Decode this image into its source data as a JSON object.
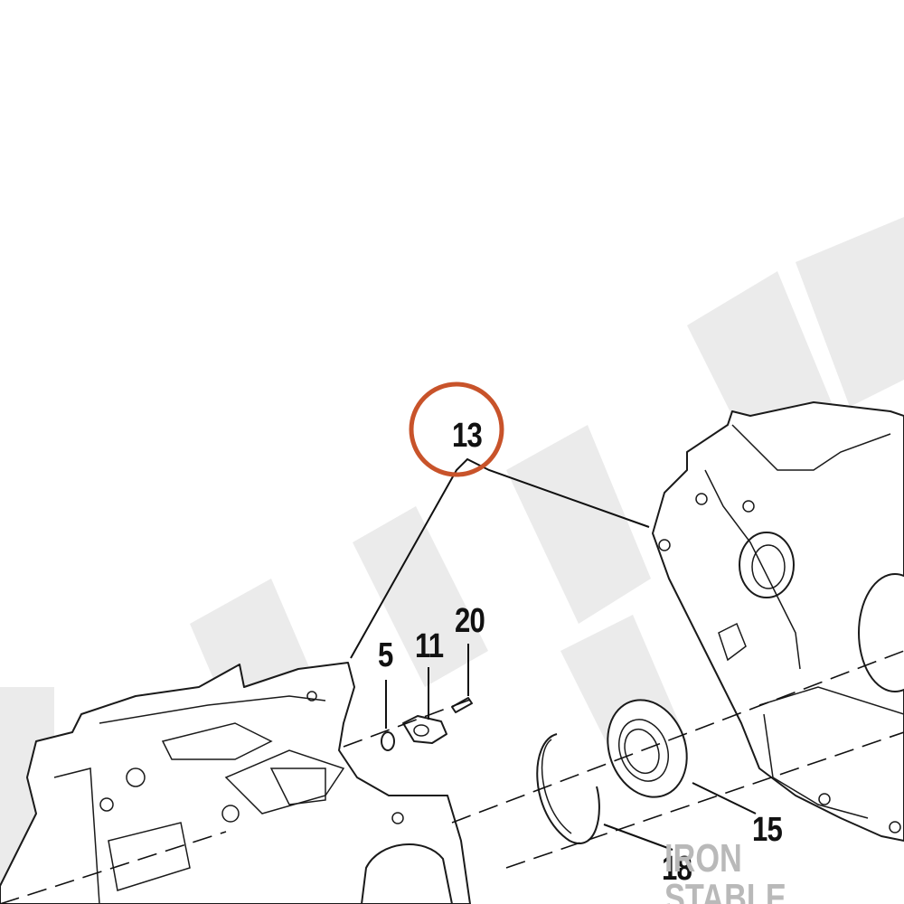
{
  "callouts": {
    "c13": "13",
    "c5": "5",
    "c11": "11",
    "c20": "20",
    "c15": "15",
    "c18": "18"
  },
  "highlight": {
    "ring_color": "#c8532a",
    "highlighted_callout": "13"
  },
  "brand": {
    "text": "IRON STABLE",
    "watermark_color": "#ebebeb"
  },
  "icons": [
    "crankcase-left-half",
    "crankcase-right-half",
    "o-ring",
    "oil-nozzle",
    "screw",
    "bearing",
    "retaining-ring"
  ]
}
